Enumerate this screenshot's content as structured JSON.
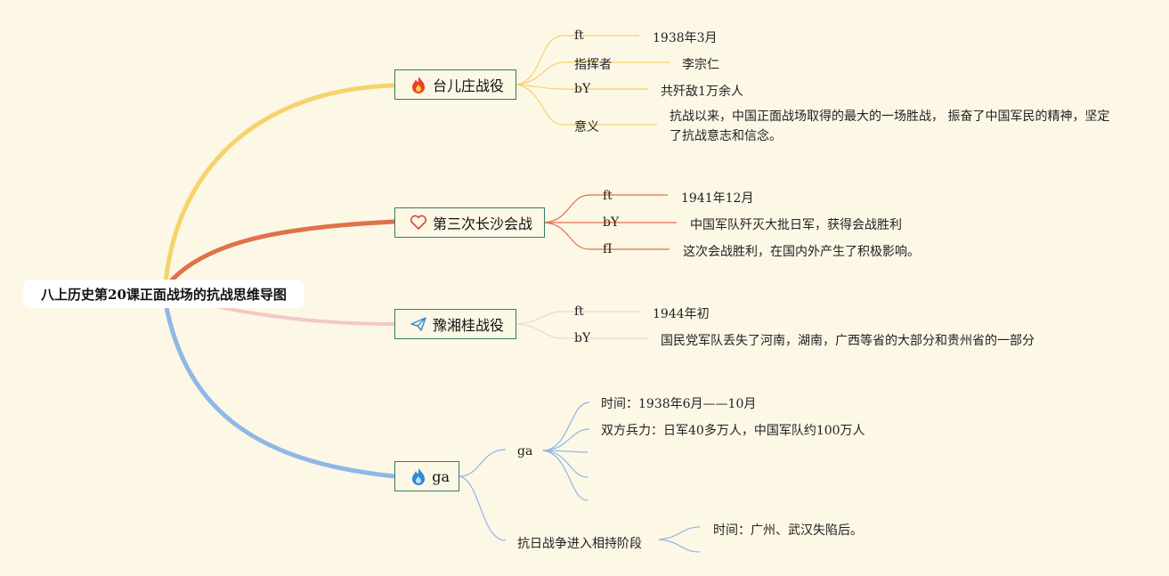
{
  "root": {
    "title": "八上历史第20课正面战场的抗战思维导图"
  },
  "colors": {
    "taierzhuang": "#f6d36b",
    "changsha": "#e0714a",
    "yuxianggui": "#f3c9c0",
    "wuhan": "#8fb8e6"
  },
  "topics": [
    {
      "label": "台儿庄战役",
      "icon": "fire-icon",
      "items": [
        {
          "key": "ft",
          "value": "1938年3月"
        },
        {
          "key": "指挥者",
          "value": "李宗仁"
        },
        {
          "key": "bY",
          "value": "共歼敌1万余人"
        },
        {
          "key": "意义",
          "value": "抗战以来，中国正面战场取得的最大的一场胜战， 振奋了中国军民的精神，坚定了抗战意志和信念。"
        }
      ]
    },
    {
      "label": "第三次长沙会战",
      "icon": "heart-icon",
      "items": [
        {
          "key": "ft",
          "value": "1941年12月"
        },
        {
          "key": "bY",
          "value": "中国军队歼灭大批日军，获得会战胜利"
        },
        {
          "key": "fI",
          "value": "这次会战胜利，在国内外产生了积极影响。"
        }
      ]
    },
    {
      "label": "豫湘桂战役",
      "icon": "send-icon",
      "items": [
        {
          "key": "ft",
          "value": "1944年初"
        },
        {
          "key": "bY",
          "value": "国民党军队丢失了河南，湖南，广西等省的大部分和贵州省的一部分"
        }
      ]
    },
    {
      "label": "ga",
      "icon": "flame-icon",
      "sub": [
        {
          "label": "ga",
          "items": [
            "时间：1938年6月——10月",
            "双方兵力：日军40多万人，中国军队约100万人",
            "",
            ""
          ]
        },
        {
          "label": "抗日战争进入相持阶段",
          "items": [
            "时间：广州、武汉失陷后。",
            ""
          ]
        }
      ]
    }
  ]
}
